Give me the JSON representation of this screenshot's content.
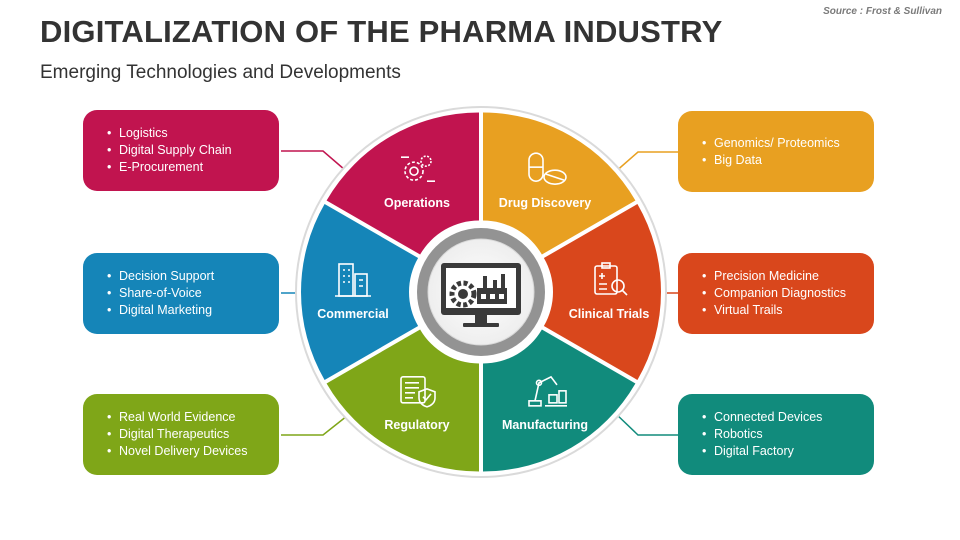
{
  "header": {
    "title": "DIGITALIZATION OF THE PHARMA INDUSTRY",
    "subtitle": "Emerging Technologies and Developments",
    "source": "Source : Frost & Sullivan"
  },
  "segments": [
    {
      "label": "Operations",
      "color": "#c1144f",
      "icon": "gears-icon",
      "items": [
        "Logistics",
        "Digital Supply Chain",
        "E-Procurement"
      ]
    },
    {
      "label": "Drug Discovery",
      "color": "#e8a021",
      "icon": "pills-icon",
      "items": [
        "Genomics/ Proteomics",
        "Big Data"
      ]
    },
    {
      "label": "Clinical Trials",
      "color": "#d9471c",
      "icon": "clipboard-search-icon",
      "items": [
        "Precision Medicine",
        "Companion Diagnostics",
        "Virtual Trails"
      ]
    },
    {
      "label": "Manufacturing",
      "color": "#118b7c",
      "icon": "robot-arm-icon",
      "items": [
        "Connected Devices",
        "Robotics",
        "Digital Factory"
      ]
    },
    {
      "label": "Regulatory",
      "color": "#7fa618",
      "icon": "checklist-shield-icon",
      "items": [
        "Real World Evidence",
        "Digital Therapeutics",
        "Novel Delivery Devices"
      ]
    },
    {
      "label": "Commercial",
      "color": "#1585b8",
      "icon": "buildings-icon",
      "items": [
        "Decision Support",
        "Share-of-Voice",
        "Digital Marketing"
      ]
    }
  ],
  "center": {
    "icon": "monitor-factory-gear-icon"
  }
}
